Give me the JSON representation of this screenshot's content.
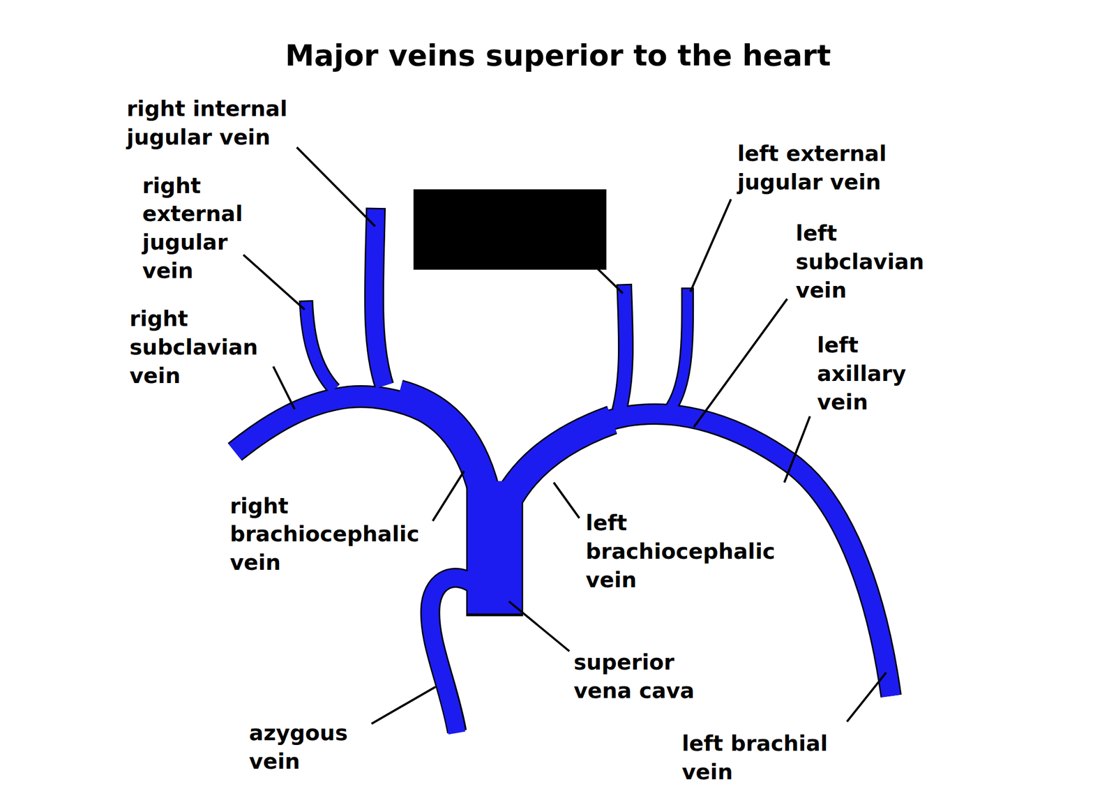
{
  "diagram": {
    "title": "Major veins superior to the heart",
    "labels": [
      "right internal jugular vein",
      "right external jugular vein",
      "right subclavian vein",
      "right brachiocephalic vein",
      "azygous vein",
      "superior vena cava",
      "left brachiocephalic vein",
      "left brachial vein",
      "left axillary vein",
      "left subclavian vein",
      "left external jugular vein"
    ]
  }
}
